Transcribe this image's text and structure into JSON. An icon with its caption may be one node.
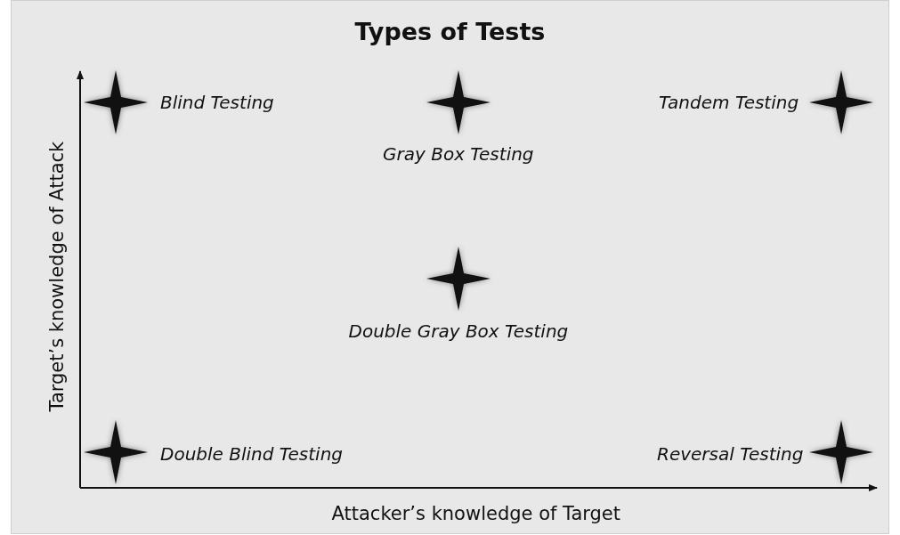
{
  "diagram": {
    "title": "Types of Tests",
    "labels": [
      "Target’s knowledge of Attack",
      "Blind Testing",
      "Gray Box Testing",
      "Tandem Testing",
      "Double Gray Box Testing",
      "Double Blind Testing",
      "Reversal Testing",
      "Attacker’s knowledge of Target"
    ]
  }
}
